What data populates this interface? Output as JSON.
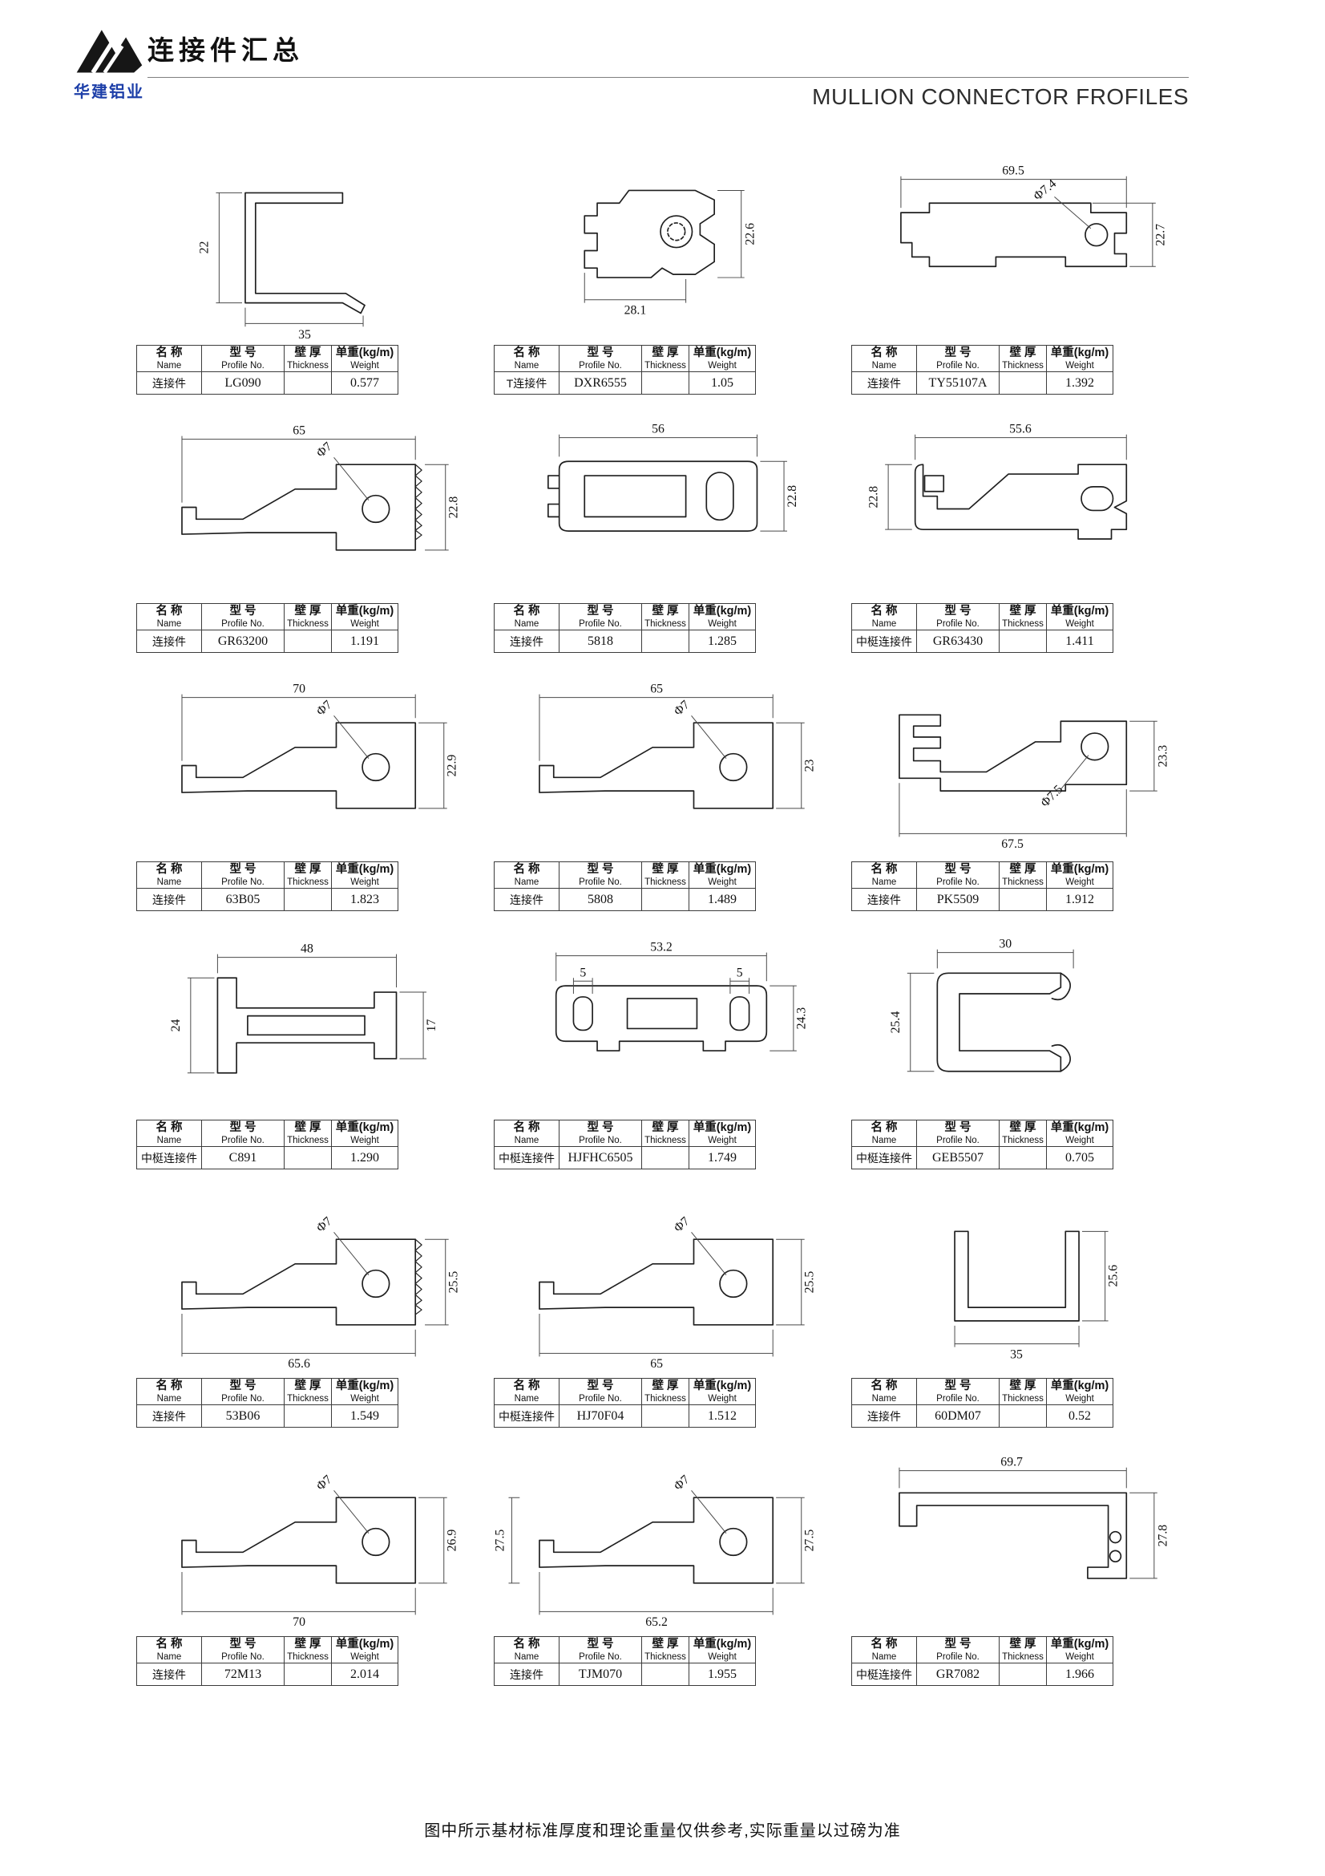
{
  "page": {
    "title": "连接件汇总",
    "subtitle": "MULLION CONNECTOR FROFILES",
    "logo_company": "华建铝业",
    "footer": "图中所示基材标准厚度和理论重量仅供参考,实际重量以过磅为准"
  },
  "headers": {
    "name_cn": "名 称",
    "name_en": "Name",
    "model_cn": "型 号",
    "model_en": "Profile No.",
    "thickness_cn": "壁 厚",
    "thickness_en": "Thickness",
    "weight_cn": "单重(kg/m)",
    "weight_en": "Weight"
  },
  "profiles": [
    {
      "name": "连接件",
      "model": "LG090",
      "thickness": "",
      "weight": "0.577",
      "dims": {
        "h": "22",
        "w": "35"
      }
    },
    {
      "name": "T连接件",
      "model": "DXR6555",
      "thickness": "",
      "weight": "1.05",
      "dims": {
        "w": "28.1",
        "h": "22.6"
      }
    },
    {
      "name": "连接件",
      "model": "TY55107A",
      "thickness": "",
      "weight": "1.392",
      "dims": {
        "w": "69.5",
        "h": "22.7",
        "phi": "Φ7.4"
      }
    },
    {
      "name": "连接件",
      "model": "GR63200",
      "thickness": "",
      "weight": "1.191",
      "dims": {
        "w": "65",
        "h": "22.8",
        "phi": "Φ7"
      }
    },
    {
      "name": "连接件",
      "model": "5818",
      "thickness": "",
      "weight": "1.285",
      "dims": {
        "w": "56",
        "h": "22.8"
      }
    },
    {
      "name": "中梃连接件",
      "model": "GR63430",
      "thickness": "",
      "weight": "1.411",
      "dims": {
        "w": "55.6",
        "h": "22.8"
      }
    },
    {
      "name": "连接件",
      "model": "63B05",
      "thickness": "",
      "weight": "1.823",
      "dims": {
        "w": "70",
        "h": "22.9",
        "phi": "Φ7"
      }
    },
    {
      "name": "连接件",
      "model": "5808",
      "thickness": "",
      "weight": "1.489",
      "dims": {
        "w": "65",
        "h": "23",
        "phi": "Φ7"
      }
    },
    {
      "name": "连接件",
      "model": "PK5509",
      "thickness": "",
      "weight": "1.912",
      "dims": {
        "w": "67.5",
        "h": "23.3",
        "phi": "Φ7.5"
      }
    },
    {
      "name": "中梃连接件",
      "model": "C891",
      "thickness": "",
      "weight": "1.290",
      "dims": {
        "w": "48",
        "h": "24",
        "h2": "17"
      }
    },
    {
      "name": "中梃连接件",
      "model": "HJFHC6505",
      "thickness": "",
      "weight": "1.749",
      "dims": {
        "w": "53.2",
        "h": "24.3",
        "s1": "5",
        "s2": "5"
      }
    },
    {
      "name": "中梃连接件",
      "model": "GEB5507",
      "thickness": "",
      "weight": "0.705",
      "dims": {
        "w": "30",
        "h": "25.4"
      }
    },
    {
      "name": "连接件",
      "model": "53B06",
      "thickness": "",
      "weight": "1.549",
      "dims": {
        "w": "65.6",
        "h": "25.5",
        "phi": "Φ7"
      }
    },
    {
      "name": "中梃连接件",
      "model": "HJ70F04",
      "thickness": "",
      "weight": "1.512",
      "dims": {
        "w": "65",
        "h": "25.5",
        "phi": "Φ7"
      }
    },
    {
      "name": "连接件",
      "model": "60DM07",
      "thickness": "",
      "weight": "0.52",
      "dims": {
        "w": "35",
        "h": "25.6"
      }
    },
    {
      "name": "连接件",
      "model": "72M13",
      "thickness": "",
      "weight": "2.014",
      "dims": {
        "w": "70",
        "h": "26.9",
        "phi": "Φ7"
      }
    },
    {
      "name": "连接件",
      "model": "TJM070",
      "thickness": "",
      "weight": "1.955",
      "dims": {
        "w": "65.2",
        "h": "27.5",
        "h2": "27.5",
        "phi": "Φ7"
      }
    },
    {
      "name": "中梃连接件",
      "model": "GR7082",
      "thickness": "",
      "weight": "1.966",
      "dims": {
        "w": "69.7",
        "h": "27.8"
      }
    }
  ]
}
